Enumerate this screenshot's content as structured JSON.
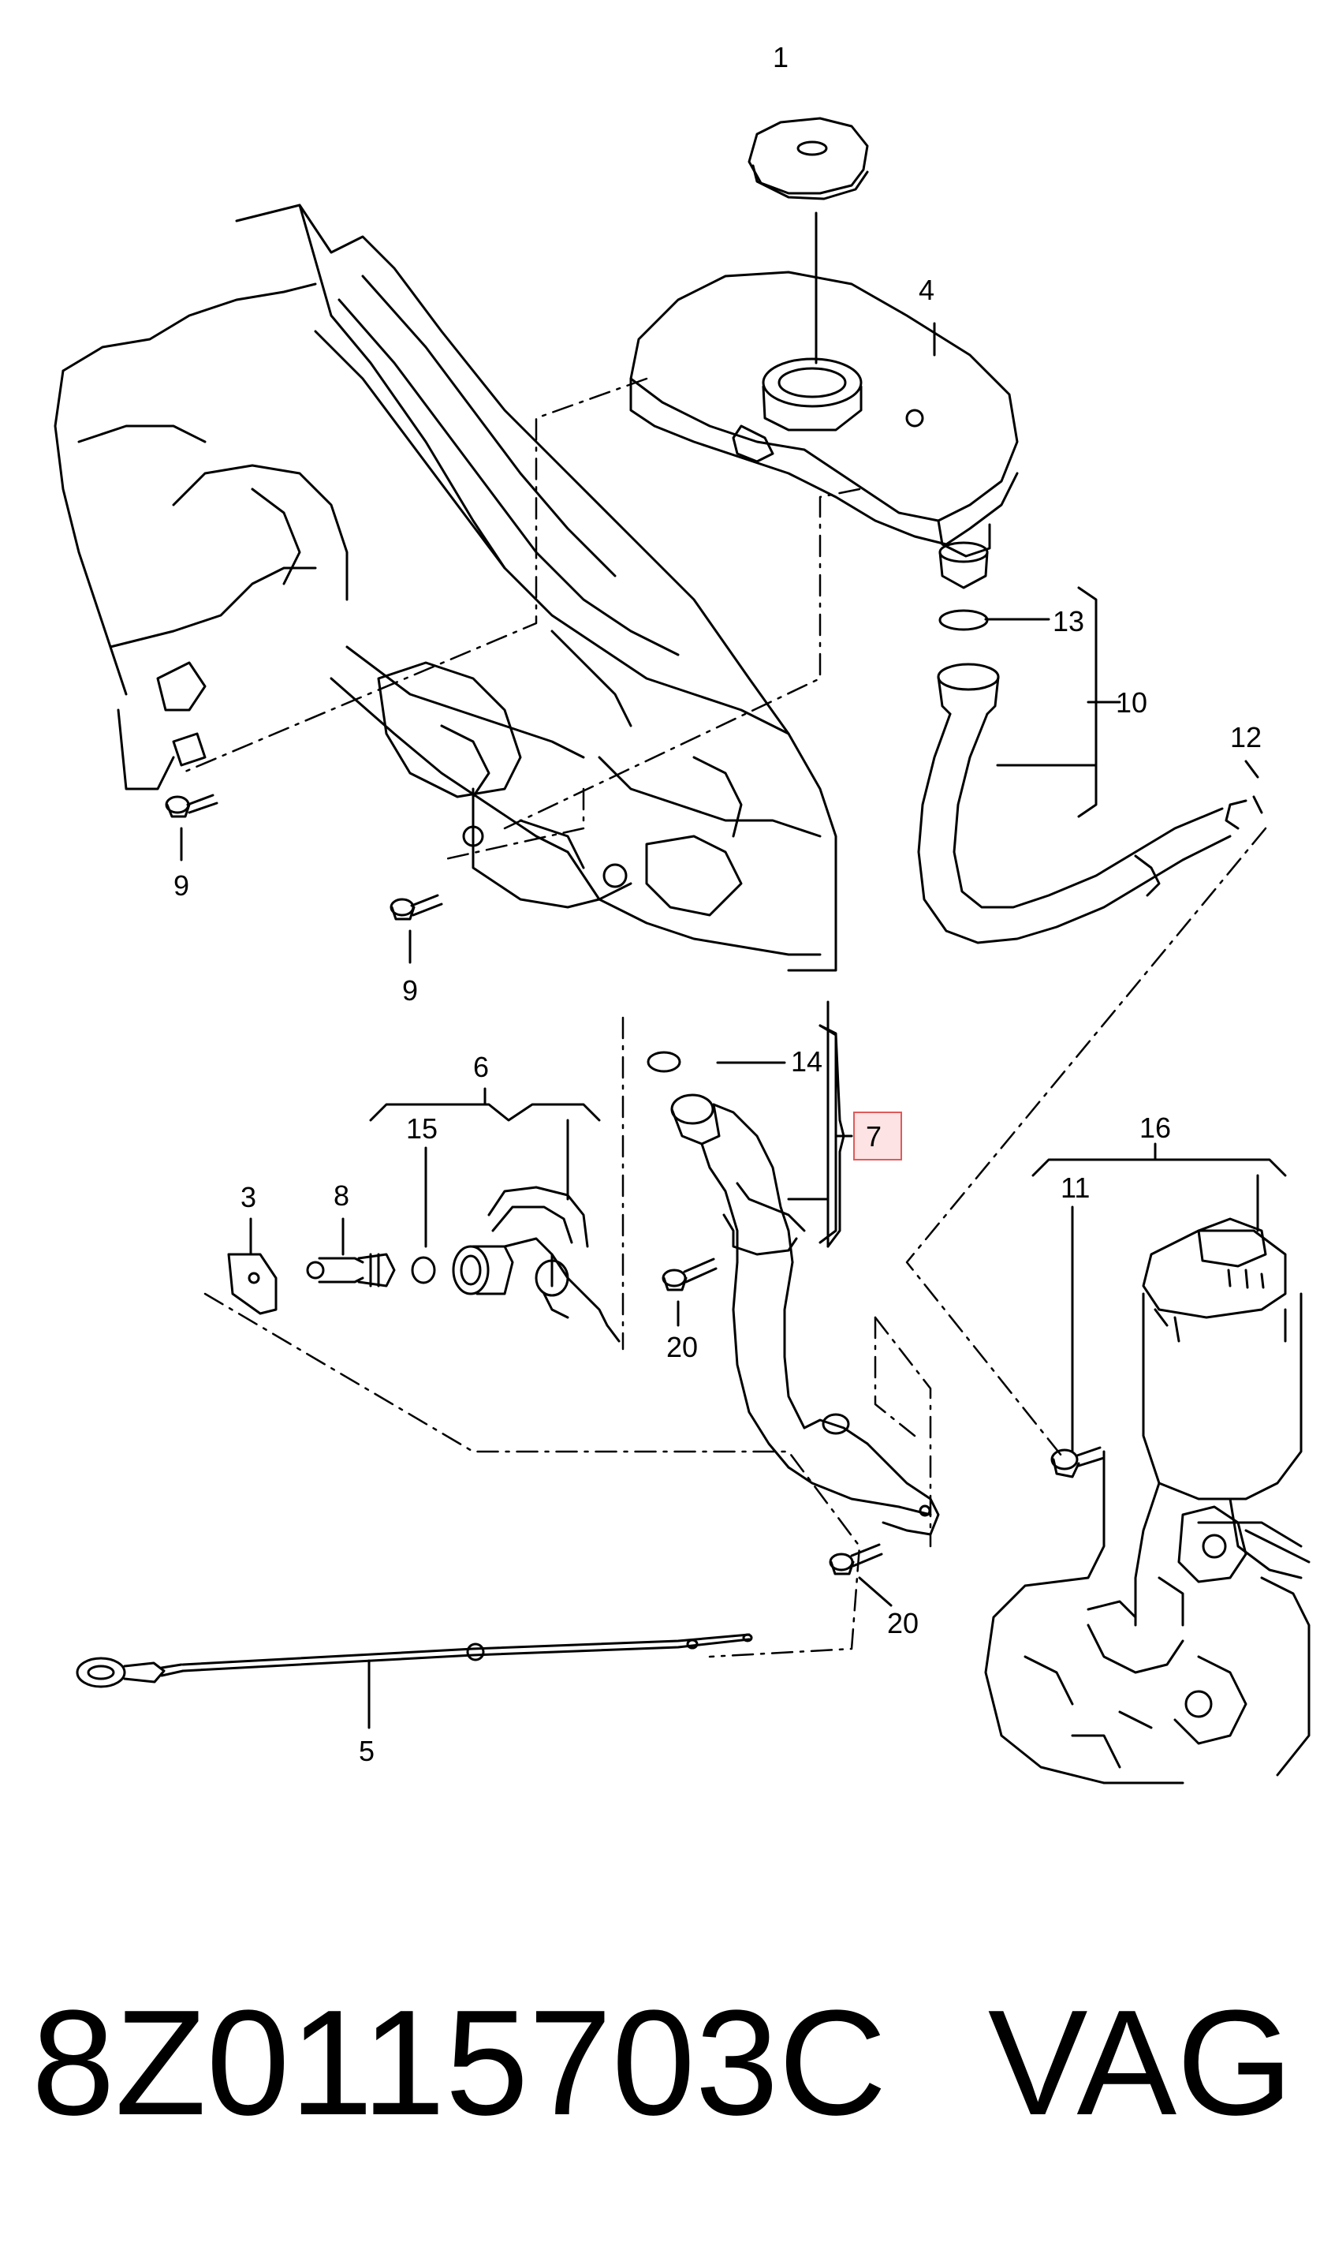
{
  "callouts": {
    "c1": "1",
    "c3": "3",
    "c4": "4",
    "c5": "5",
    "c6": "6",
    "c7": "7",
    "c8": "8",
    "c9a": "9",
    "c9b": "9",
    "c10": "10",
    "c11": "11",
    "c12": "12",
    "c13": "13",
    "c14": "14",
    "c15": "15",
    "c16": "16",
    "c20a": "20",
    "c20b": "20"
  },
  "caption": {
    "part_number": "8Z0115703C",
    "brand": "VAG"
  },
  "highlight_color": "#e05a5a"
}
